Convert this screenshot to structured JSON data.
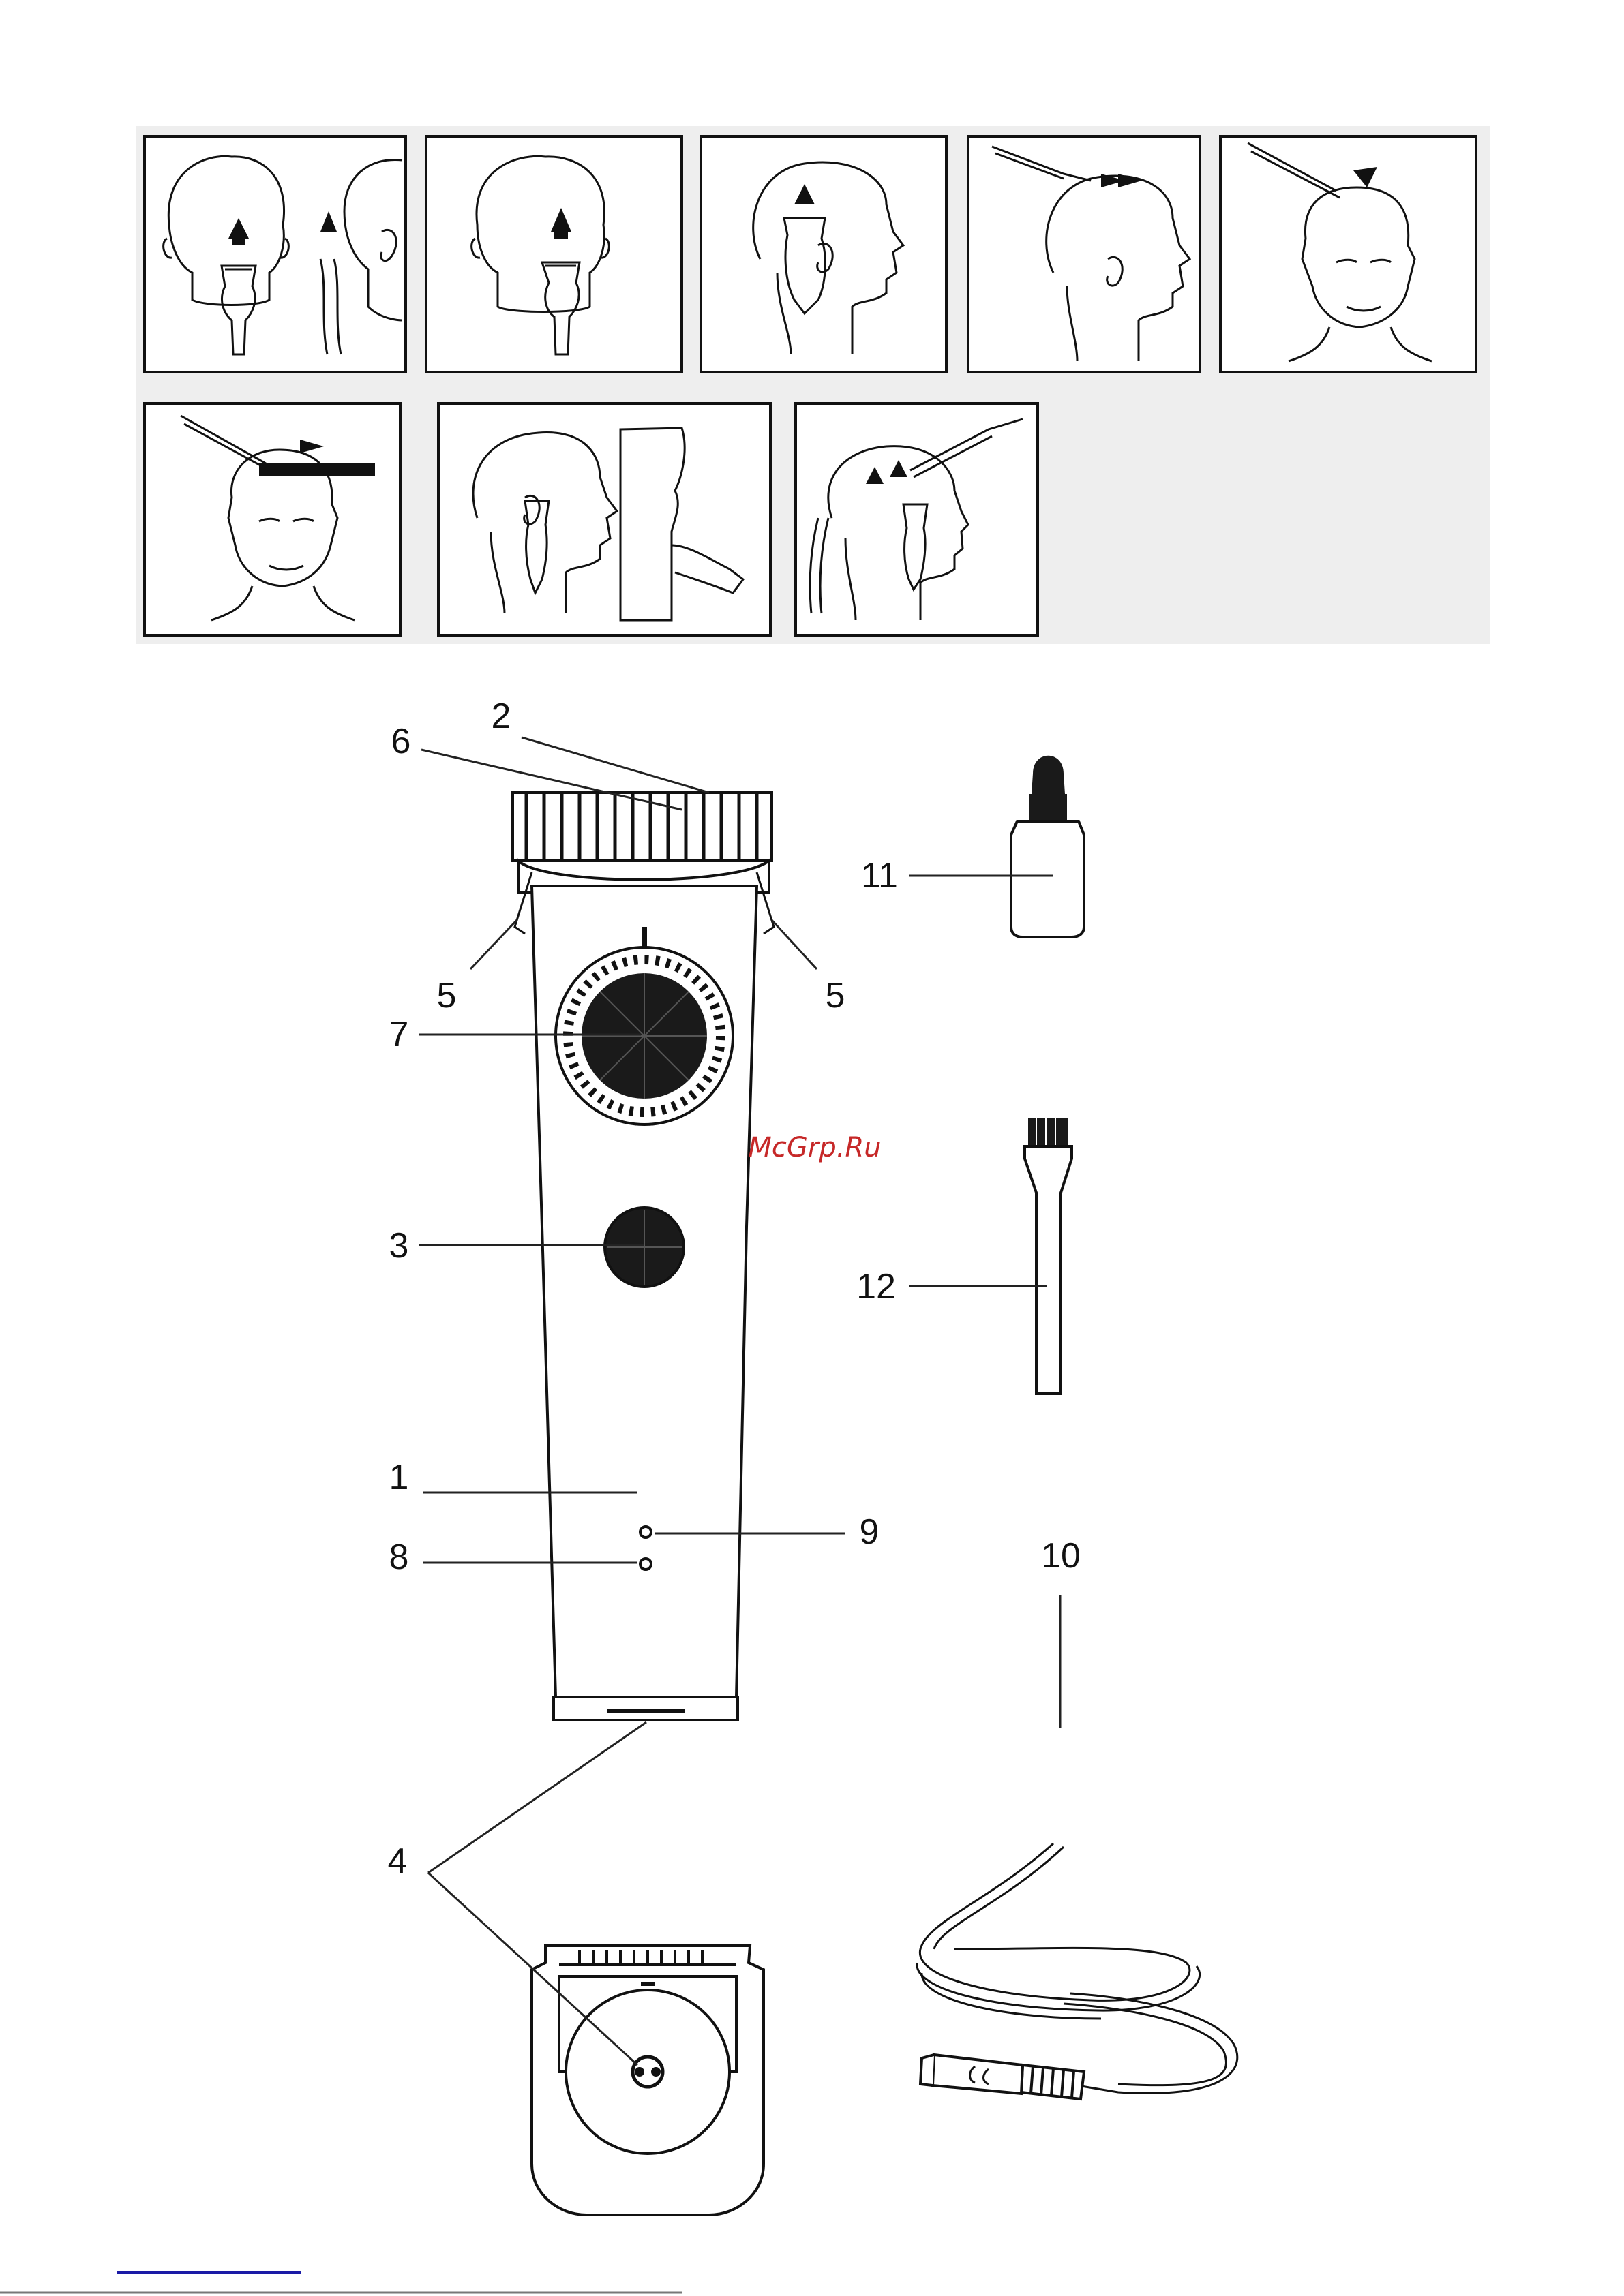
{
  "watermark": {
    "text": "McGrp.Ru",
    "color": "#c62828"
  },
  "colors": {
    "ink": "#111111",
    "background": "#ffffff",
    "panel_band": "#eeeeee",
    "link_line": "#1a1aa6"
  },
  "panels": [
    {
      "name": "back-of-head-and-side-neck",
      "icon": "clipper-upward-arrows"
    },
    {
      "name": "back-of-head",
      "icon": "clipper-upward-arrow"
    },
    {
      "name": "side-of-head",
      "icon": "clipper-upward-arrow"
    },
    {
      "name": "top-side-comb",
      "icon": "comb-horizontal-arrow"
    },
    {
      "name": "front-top-comb",
      "icon": "comb-downward-arrow"
    },
    {
      "name": "front-flat-comb",
      "icon": "comb-horizontal-arrow"
    },
    {
      "name": "side-and-neckline",
      "icon": "clipper-edge"
    },
    {
      "name": "back-side-with-comb",
      "icon": "clipper-upward-arrows"
    }
  ],
  "callouts": [
    "1",
    "2",
    "3",
    "4",
    "5",
    "5",
    "6",
    "7",
    "8",
    "9",
    "10",
    "11",
    "12"
  ]
}
